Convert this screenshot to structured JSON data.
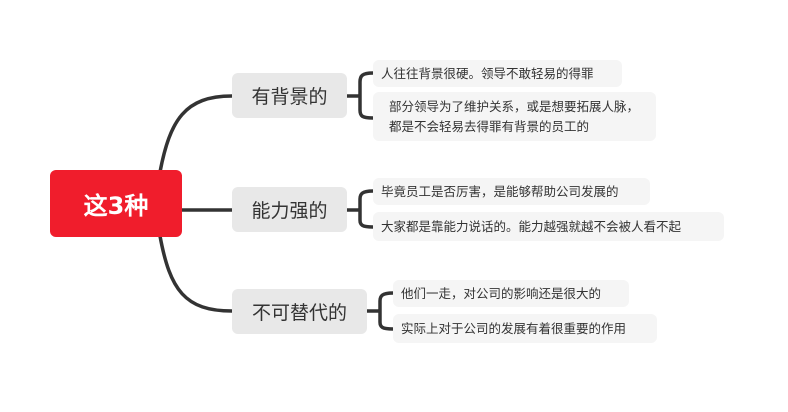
{
  "root": {
    "label": "这3种"
  },
  "branches": [
    {
      "label": "有背景的",
      "leaves": [
        "人往往背景很硬。领导不敢轻易的得罪",
        "部分领导为了维护关系，或是想要拓展人脉，都是不会轻易去得罪有背景的员工的"
      ]
    },
    {
      "label": "能力强的",
      "leaves": [
        "毕竟员工是否厉害，是能够帮助公司发展的",
        "大家都是靠能力说话的。能力越强就越不会被人看不起"
      ]
    },
    {
      "label": "不可替代的",
      "leaves": [
        "他们一走，对公司的影响还是很大的",
        "实际上对于公司的发展有着很重要的作用"
      ]
    }
  ],
  "colors": {
    "root": "#f01d2c",
    "line": "#333333"
  }
}
